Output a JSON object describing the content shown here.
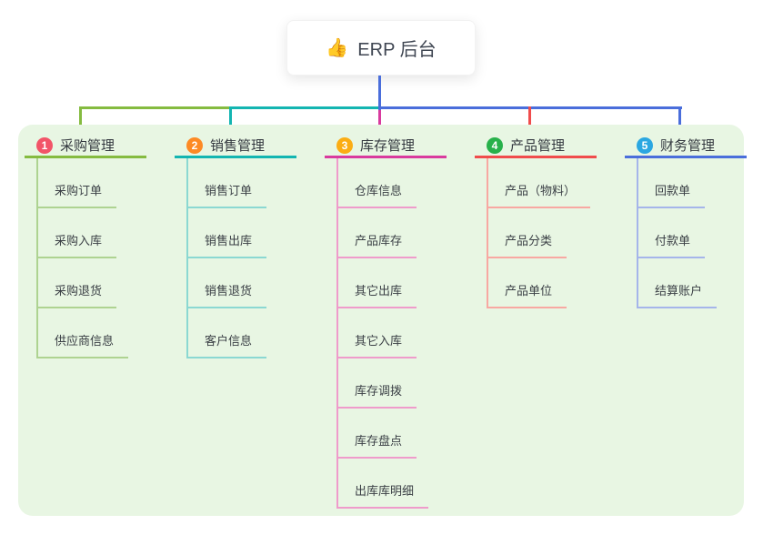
{
  "root": {
    "icon": "👍",
    "title": "ERP 后台"
  },
  "connector": {
    "root_color": "#4a6edb",
    "left_segment_color": "#85bb40",
    "mid_segment_color": "#13b5b1",
    "right_segment_color": "#4a6edb"
  },
  "colors": {
    "panel_bg": "#e8f6e3",
    "text": "#3a3f45"
  },
  "branches": [
    {
      "number": "1",
      "label": "采购管理",
      "badge_color": "#f25468",
      "line_color": "#85bb40",
      "sub_line_color": "#aed391",
      "items": [
        "采购订单",
        "采购入库",
        "采购退货",
        "供应商信息"
      ]
    },
    {
      "number": "2",
      "label": "销售管理",
      "badge_color": "#fd8a25",
      "line_color": "#13b5b1",
      "sub_line_color": "#8bd8d2",
      "items": [
        "销售订单",
        "销售出库",
        "销售退货",
        "客户信息"
      ]
    },
    {
      "number": "3",
      "label": "库存管理",
      "badge_color": "#fbad14",
      "line_color": "#d93a9e",
      "sub_line_color": "#ef9bcb",
      "items": [
        "仓库信息",
        "产品库存",
        "其它出库",
        "其它入库",
        "库存调拨",
        "库存盘点",
        "出库库明细"
      ]
    },
    {
      "number": "4",
      "label": "产品管理",
      "badge_color": "#28b14b",
      "line_color": "#f04c4c",
      "sub_line_color": "#f8a8a2",
      "items": [
        "产品（物料）",
        "产品分类",
        "产品单位"
      ]
    },
    {
      "number": "5",
      "label": "财务管理",
      "badge_color": "#2ba7e1",
      "line_color": "#4a6edb",
      "sub_line_color": "#a5b5ea",
      "items": [
        "回款单",
        "付款单",
        "结算账户"
      ]
    }
  ]
}
